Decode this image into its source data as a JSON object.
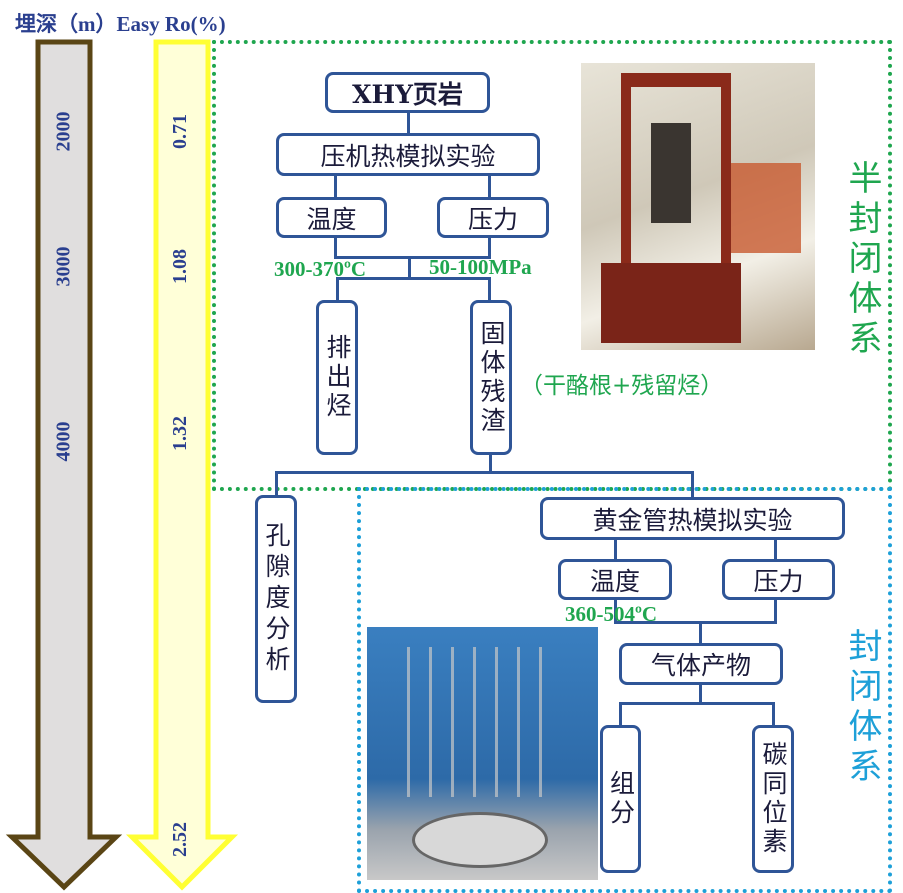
{
  "header": {
    "depth_title": "埋深（m）",
    "ro_title": "Easy Ro(%)"
  },
  "depth_axis": [
    "2000",
    "3000",
    "4000"
  ],
  "ro_axis": [
    "0.71",
    "1.08",
    "1.32",
    "2.52"
  ],
  "semi_closed": {
    "label": "半封闭体系",
    "sample": "XHY页岩",
    "experiment": "压机热模拟实验",
    "temperature": "温度",
    "pressure": "压力",
    "temp_range": "300-370ºC",
    "pressure_range": "50-100MPa",
    "expelled": "排出烃",
    "residue": "固体残渣",
    "residue_note": "（干酪根+残留烃）"
  },
  "porosity": "孔隙度分析",
  "closed": {
    "label": "封闭体系",
    "experiment": "黄金管热模拟实验",
    "temperature": "温度",
    "pressure": "压力",
    "temp_range": "360-504ºC",
    "gas": "气体产物",
    "composition": "组分",
    "isotope": "碳同位素"
  },
  "colors": {
    "green": "#1fa64f",
    "blue": "#1ea0d8",
    "box_border": "#2f5597"
  }
}
